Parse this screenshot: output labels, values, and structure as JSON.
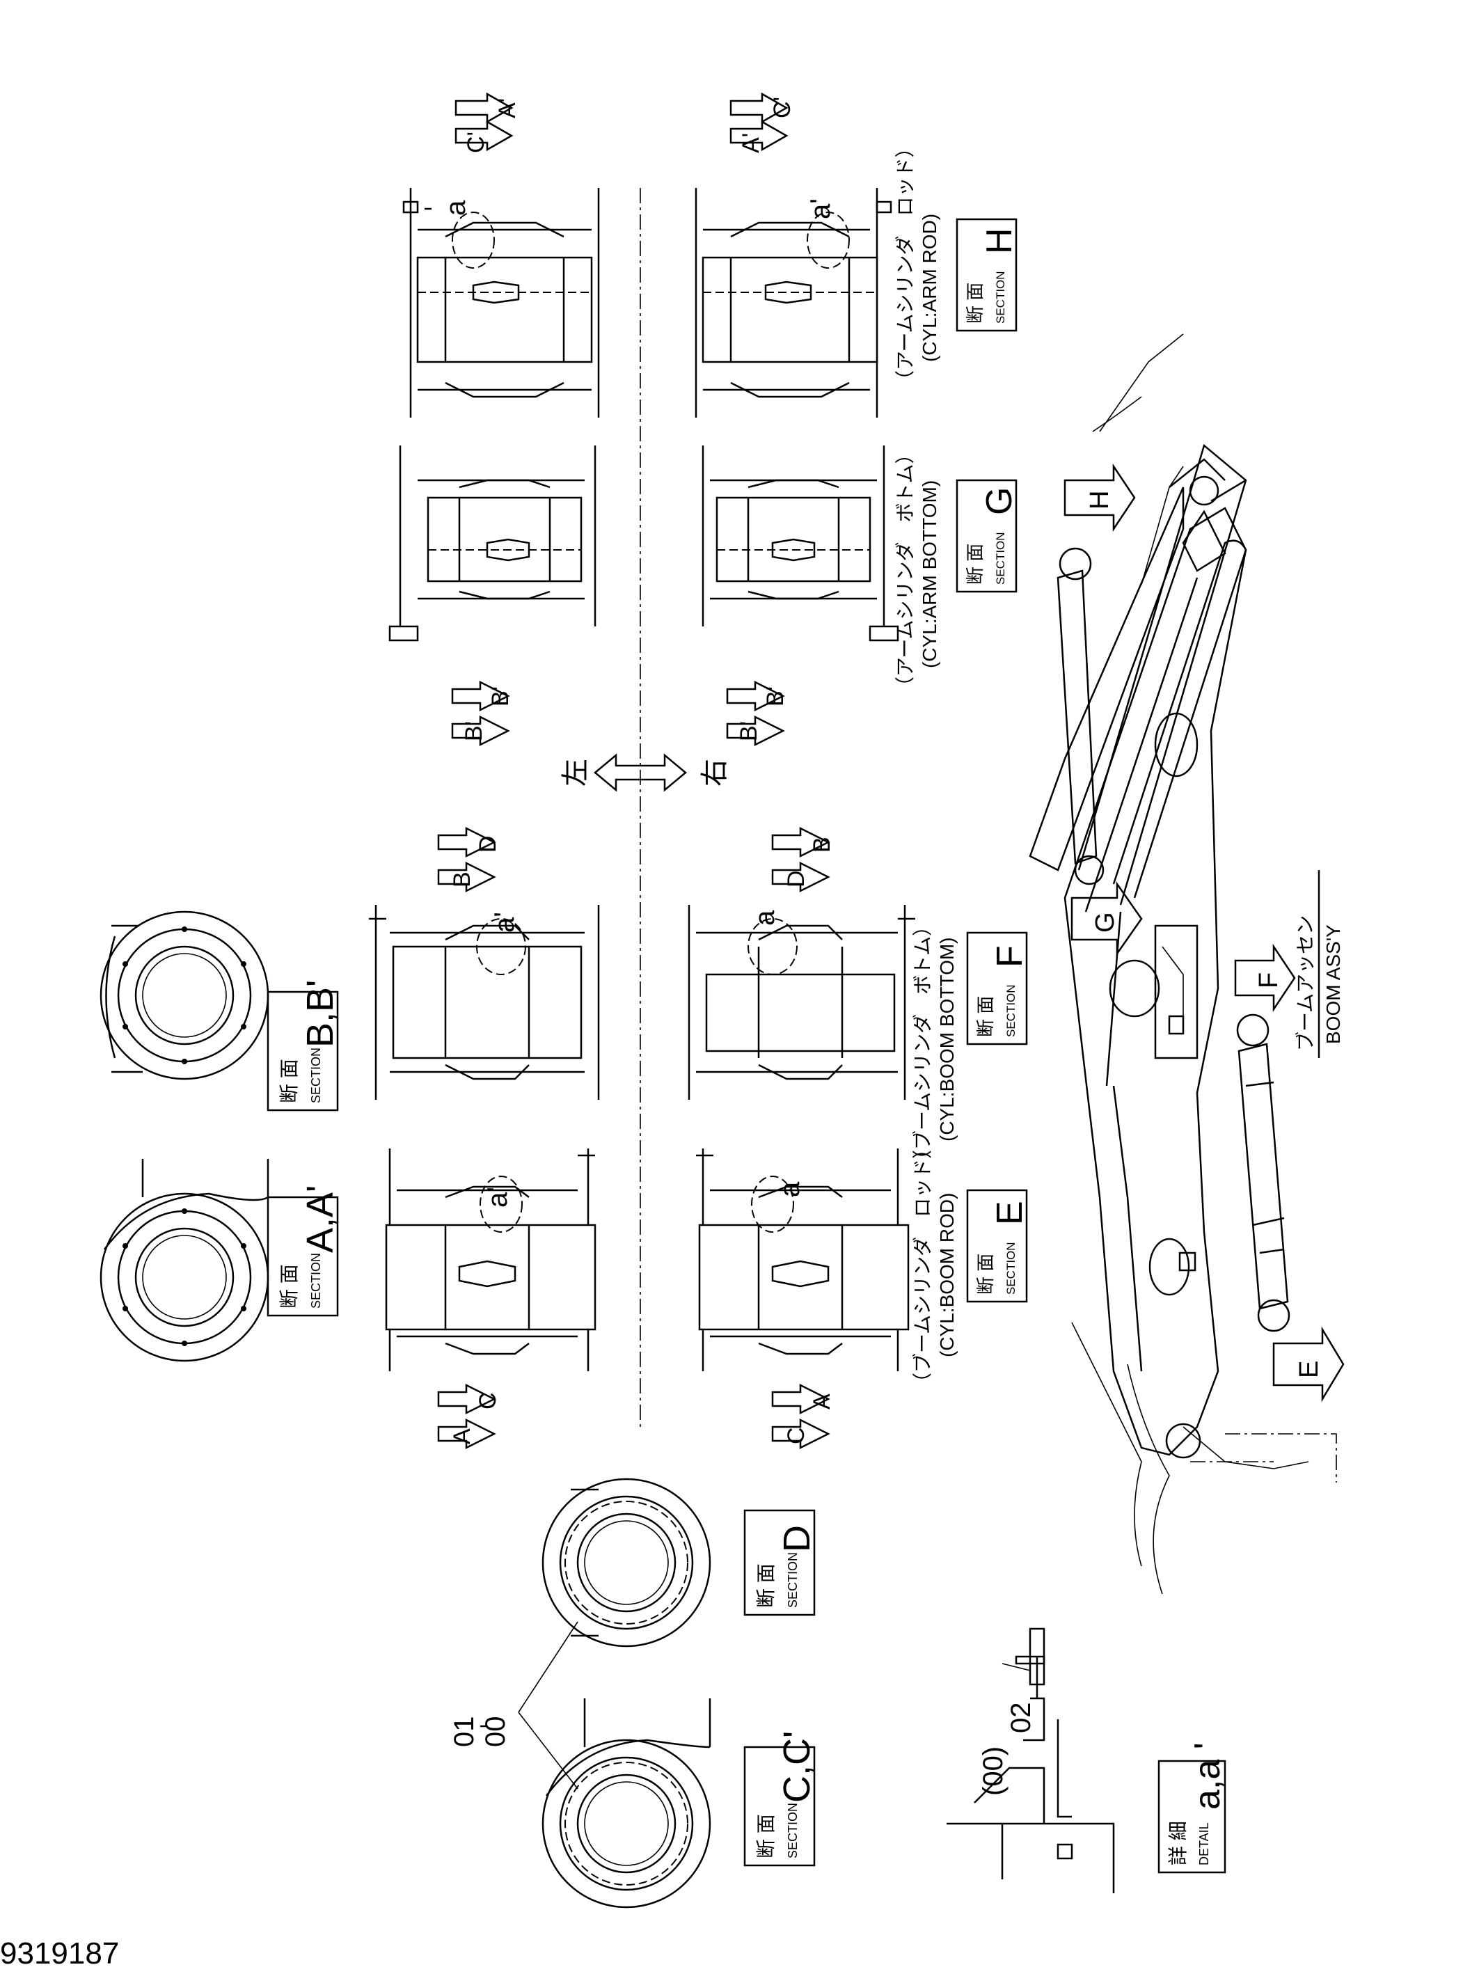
{
  "drawing_number": "9319187",
  "sections": {
    "ab_label": "断 面",
    "ab_sub": "SECTION",
    "aa_letter": "A,A'",
    "bb_letter": "B,B'",
    "cc_letter": "C,C'",
    "d_letter": "D",
    "e_letter": "E",
    "f_letter": "F",
    "g_letter": "G",
    "h_letter": "H"
  },
  "detail": {
    "label": "詳 細",
    "sub": "DETAIL",
    "letter": "a,a '"
  },
  "captions": {
    "e_jp": "（ブームシリンダ　ロッド）",
    "e_en": "(CYL:BOOM ROD)",
    "f_jp": "（ブームシリンダ　ボトム）",
    "f_en": "(CYL:BOOM BOTTOM)",
    "g_jp": "（アームシリンダ　ボトム）",
    "g_en": "(CYL:ARM BOTTOM)",
    "h_jp": "（アームシリンダ　ロッド）",
    "h_en": "(CYL:ARM ROD)",
    "boom_jp": "ブームアッセン",
    "boom_en": "BOOM ASS'Y"
  },
  "direction": {
    "left": "左",
    "right": "右"
  },
  "parts": {
    "p01": "01",
    "p00": "00",
    "p02": "02",
    "p00_paren": "(00)"
  },
  "view_markers": {
    "a": "a",
    "a_prime": "a'",
    "A": "A",
    "B": "B",
    "C": "C",
    "D": "D",
    "A_prime": "A'",
    "B_prime": "B'",
    "C_prime": "C'",
    "E": "E",
    "F": "F",
    "G": "G",
    "H": "H"
  }
}
